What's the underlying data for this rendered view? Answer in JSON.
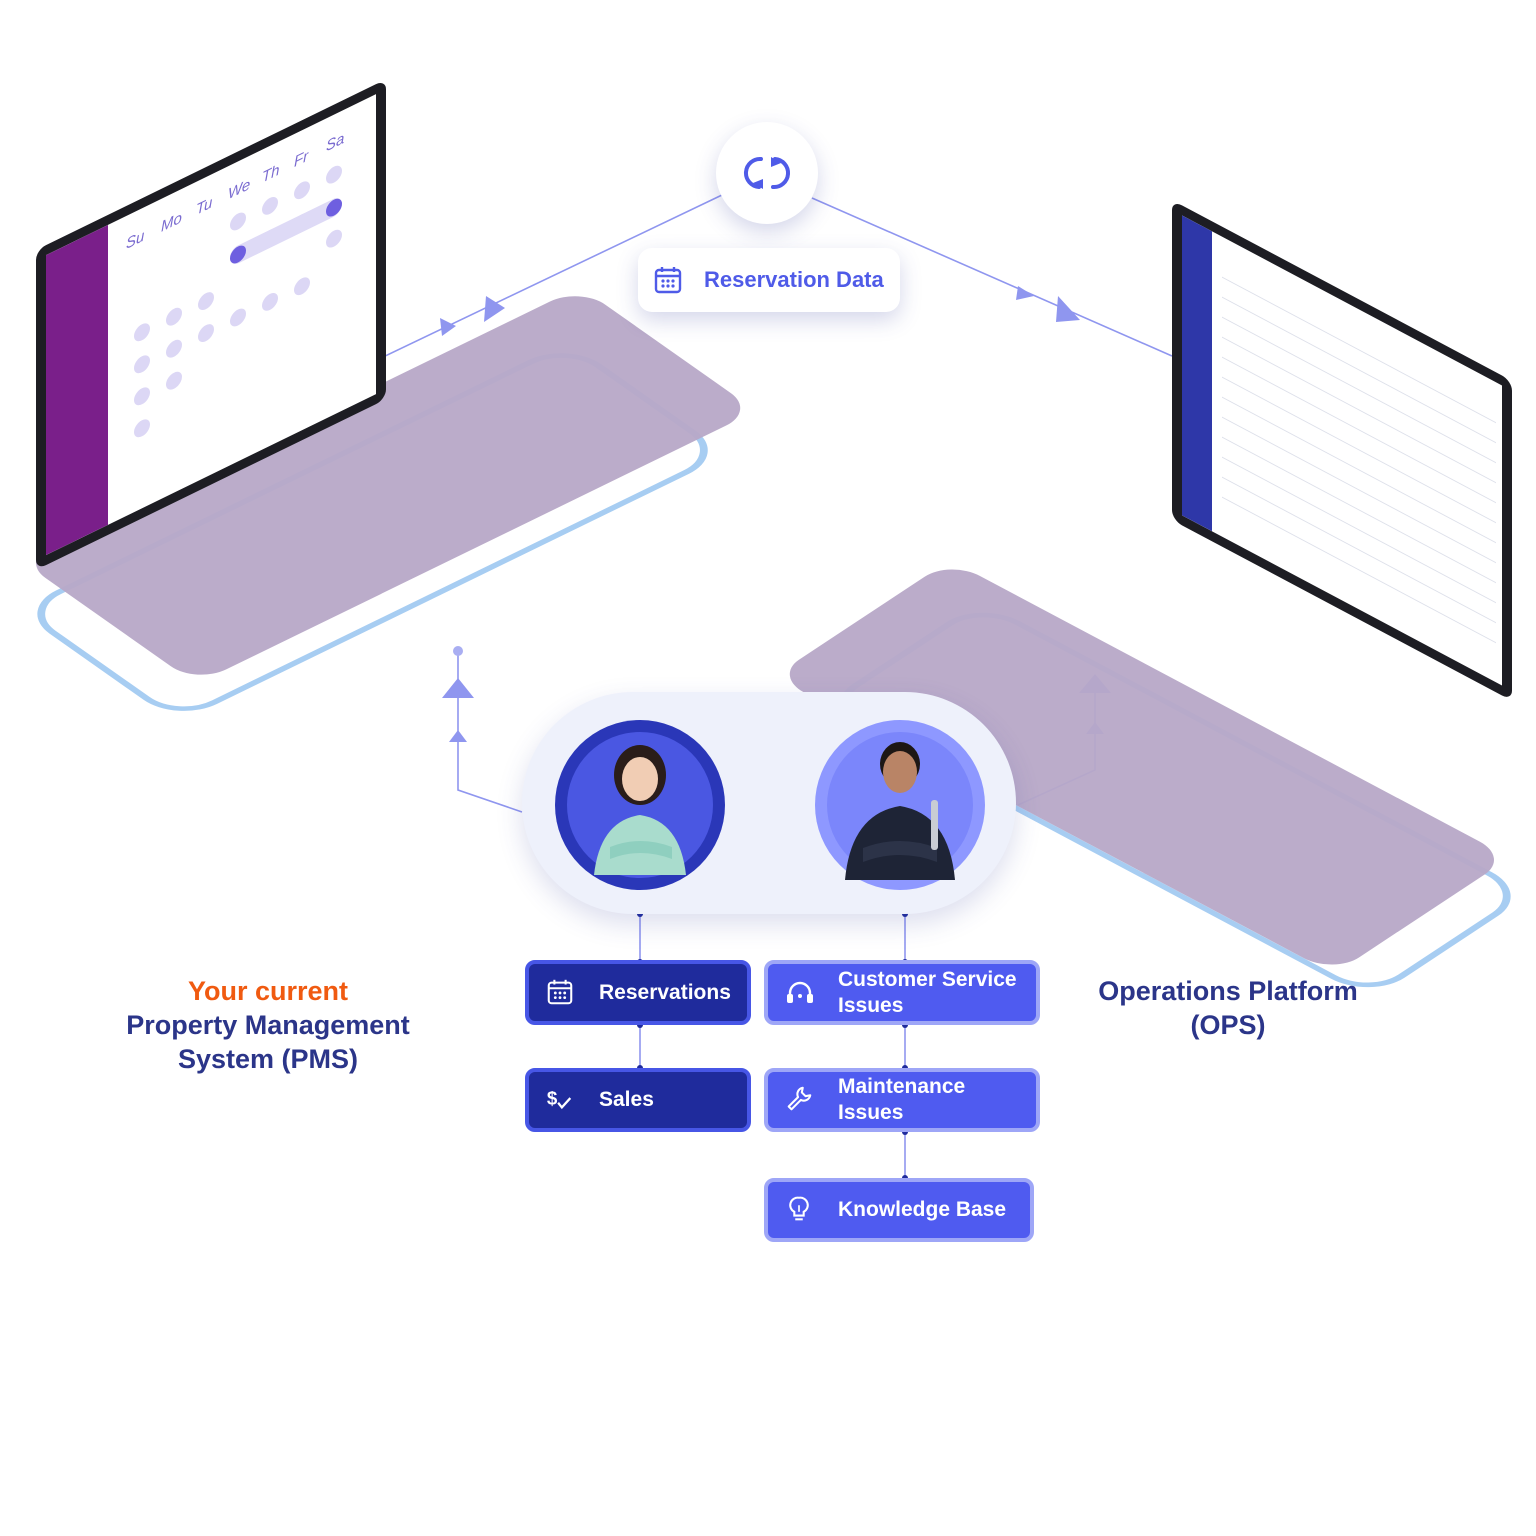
{
  "sync": {
    "icon": "sync-arrows-icon"
  },
  "flow_label": {
    "text": "Reservation Data",
    "icon": "calendar-icon"
  },
  "pms_laptop": {
    "days": [
      "Su",
      "Mo",
      "Tu",
      "We",
      "Th",
      "Fr",
      "Sa"
    ]
  },
  "ops_laptop": {},
  "people": [
    {
      "role": "reservations-agent",
      "icon": "person-headset-avatar"
    },
    {
      "role": "maintenance-technician",
      "icon": "person-wrench-avatar"
    }
  ],
  "pms_features": [
    {
      "label": "Reservations",
      "icon": "calendar-icon"
    },
    {
      "label": "Sales",
      "icon": "dollar-check-icon"
    }
  ],
  "ops_features": [
    {
      "label": "Customer Service Issues",
      "line1": "Customer Service",
      "line2": "Issues",
      "icon": "headset-icon"
    },
    {
      "label": "Maintenance Issues",
      "line1": "Maintenance",
      "line2": "Issues",
      "icon": "wrench-icon"
    },
    {
      "label": "Knowledge Base",
      "icon": "lightbulb-icon"
    }
  ],
  "pms_title": {
    "line1": "Your current",
    "line2": "Property Management",
    "line3": "System (PMS)"
  },
  "ops_title": {
    "line1": "Operations Platform",
    "line2": "(OPS)"
  },
  "colors": {
    "accent": "#4f5be8",
    "dark_box": "#1f2b9c",
    "light_box": "#4f5bf0",
    "orange": "#f05a10",
    "navy": "#2b3589",
    "pms_sidebar": "#7a1f8a",
    "ops_sidebar": "#2e37a8"
  }
}
